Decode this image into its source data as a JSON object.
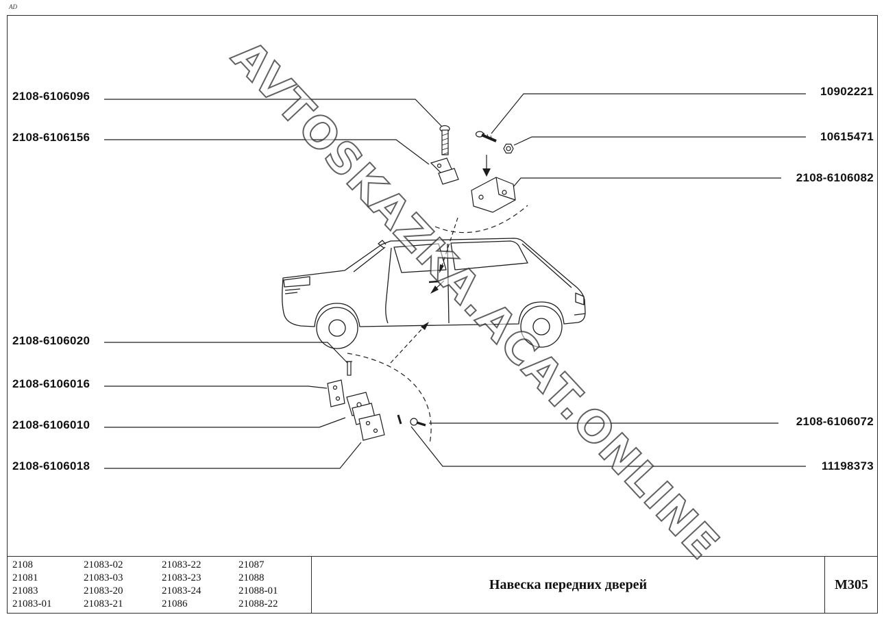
{
  "page": {
    "corner_mark": "AD",
    "watermark": "AVTOSKAZKA.ACAT.ONLINE"
  },
  "colors": {
    "ink": "#1c1c1c",
    "paper": "#ffffff"
  },
  "callouts": {
    "left": [
      {
        "label": "2108-6106096"
      },
      {
        "label": "2108-6106156"
      },
      {
        "label": "2108-6106020"
      },
      {
        "label": "2108-6106016"
      },
      {
        "label": "2108-6106010"
      },
      {
        "label": "2108-6106018"
      }
    ],
    "right": [
      {
        "label": "10902221"
      },
      {
        "label": "10615471"
      },
      {
        "label": "2108-6106082"
      },
      {
        "label": "2108-6106072"
      },
      {
        "label": "11198373"
      }
    ]
  },
  "footer": {
    "models": [
      [
        "2108",
        "21083-02",
        "21083-22",
        "21087"
      ],
      [
        "21081",
        "21083-03",
        "21083-23",
        "21088"
      ],
      [
        "21083",
        "21083-20",
        "21083-24",
        "21088-01"
      ],
      [
        "21083-01",
        "21083-21",
        "21086",
        "21088-22"
      ]
    ],
    "title": "Навеска передних дверей",
    "sheet_code": "M305"
  }
}
